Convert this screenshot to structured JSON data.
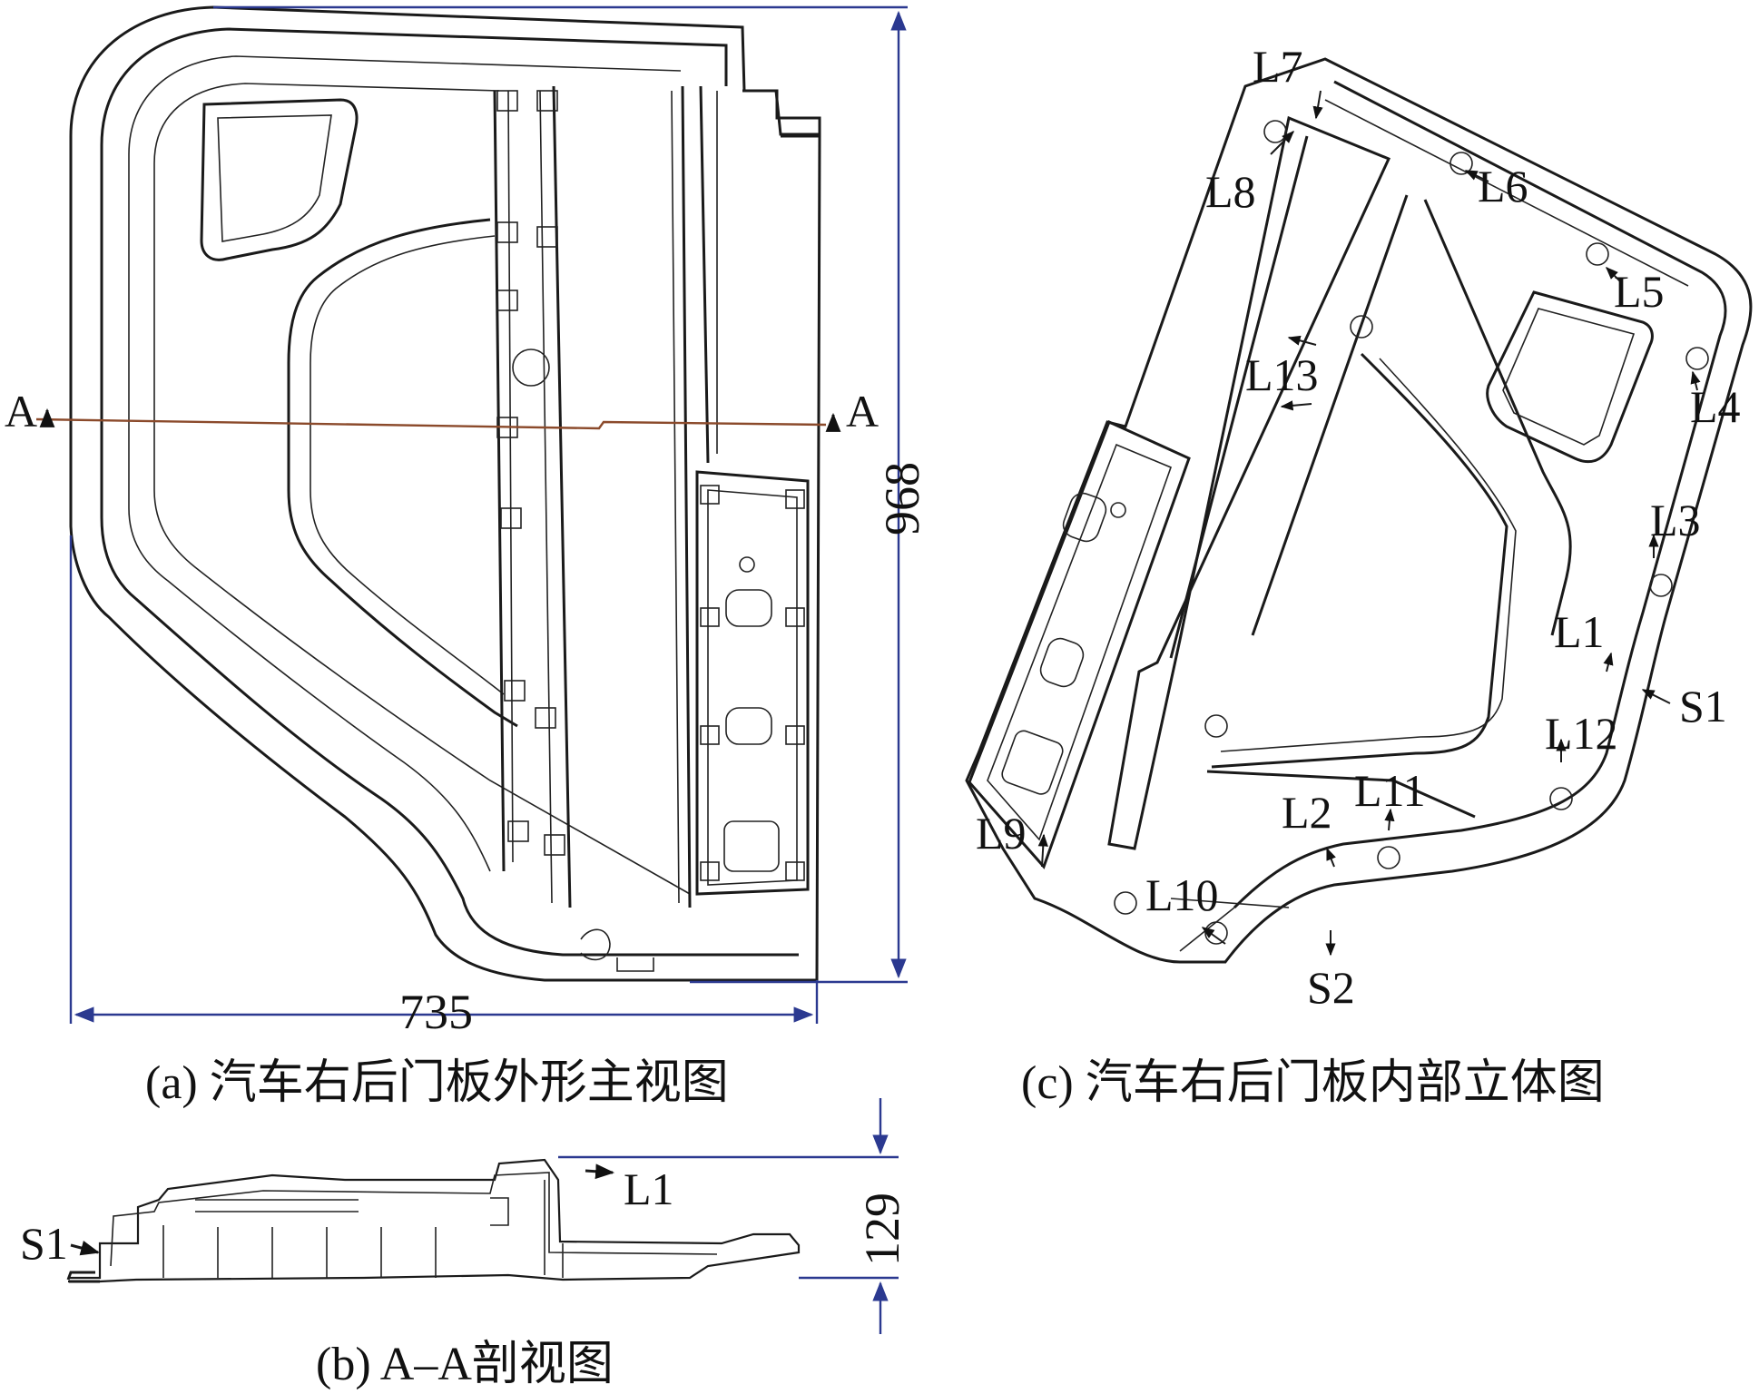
{
  "views": {
    "a": {
      "caption": "(a) 汽车右后门板外形主视图",
      "section_mark_left": "A",
      "section_mark_right": "A",
      "width_dim": "735",
      "height_dim": "968"
    },
    "b": {
      "caption": "(b) A–A剖视图",
      "height_dim": "129",
      "labels": [
        "S1",
        "L1"
      ]
    },
    "c": {
      "caption": "(c) 汽车右后门板内部立体图",
      "labels": [
        "L7",
        "L8",
        "L6",
        "L5",
        "L13",
        "L4",
        "L3",
        "L1",
        "S1",
        "L12",
        "L11",
        "L2",
        "L9",
        "L10",
        "S2"
      ]
    }
  },
  "colors": {
    "line": "#1a1a1a",
    "dimension": "#2b3990",
    "section_cut": "#8b4a2b"
  }
}
